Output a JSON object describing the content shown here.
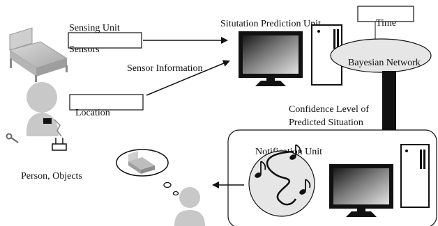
{
  "labels": {
    "sensing_unit": "Sensing Unit",
    "sensors": "Sensors",
    "sensor_information": "Sensor Information",
    "location": "Location",
    "person_objects": "Person, Objects",
    "situation_prediction_unit": "Situtation Prediction Unit",
    "time": "Time",
    "bayesian_network": "Bayesian Network",
    "confidence_line1": "Confidence Level of",
    "confidence_line2": "Predicted Situation",
    "notification_unit": "Notification Unit"
  },
  "icons": [
    "bed-icon",
    "person-icon",
    "sensor-tag-icon",
    "key-icon",
    "desktop-computer-icon",
    "music-notes-icon",
    "thought-bubble-icon",
    "bed-thought-icon",
    "listener-person-icon"
  ],
  "colors": {
    "ink": "#111111",
    "gray": "#c8c8c8",
    "dark_gray": "#8a8a8a",
    "bubble": "#e6e6e6"
  }
}
